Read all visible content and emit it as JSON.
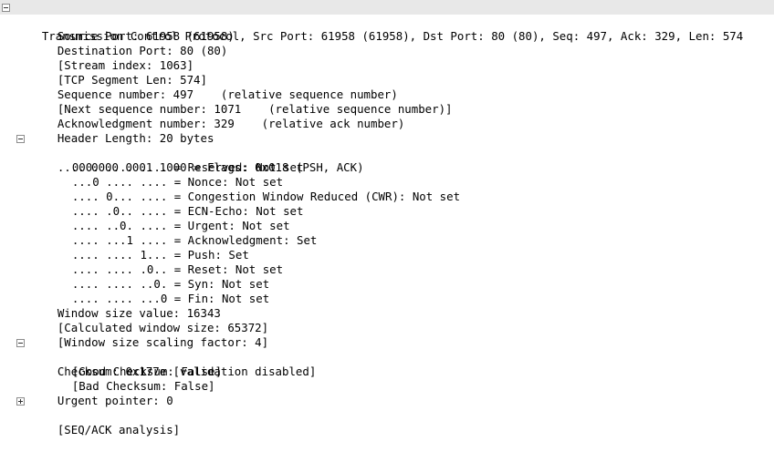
{
  "tree": {
    "rows": [
      {
        "text": "Transmission Control Protocol, Src Port: 61958 (61958), Dst Port: 80 (80), Seq: 497, Ack: 329, Len: 574",
        "level": 0,
        "toggle": "expanded",
        "selected": true
      },
      {
        "text": "Source Port: 61958 (61958)",
        "level": 1
      },
      {
        "text": "Destination Port: 80 (80)",
        "level": 1
      },
      {
        "text": "[Stream index: 1063]",
        "level": 1
      },
      {
        "text": "[TCP Segment Len: 574]",
        "level": 1
      },
      {
        "text": "Sequence number: 497    (relative sequence number)",
        "level": 1
      },
      {
        "text": "[Next sequence number: 1071    (relative sequence number)]",
        "level": 1
      },
      {
        "text": "Acknowledgment number: 329    (relative ack number)",
        "level": 1
      },
      {
        "text": "Header Length: 20 bytes",
        "level": 1
      },
      {
        "text": ".... 0000 0001 1000 = Flags: 0x018 (PSH, ACK)",
        "level": 1,
        "toggle": "expanded"
      },
      {
        "text": "000. .... .... = Reserved: Not set",
        "level": 2
      },
      {
        "text": "...0 .... .... = Nonce: Not set",
        "level": 2
      },
      {
        "text": ".... 0... .... = Congestion Window Reduced (CWR): Not set",
        "level": 2
      },
      {
        "text": ".... .0.. .... = ECN-Echo: Not set",
        "level": 2
      },
      {
        "text": ".... ..0. .... = Urgent: Not set",
        "level": 2
      },
      {
        "text": ".... ...1 .... = Acknowledgment: Set",
        "level": 2
      },
      {
        "text": ".... .... 1... = Push: Set",
        "level": 2
      },
      {
        "text": ".... .... .0.. = Reset: Not set",
        "level": 2
      },
      {
        "text": ".... .... ..0. = Syn: Not set",
        "level": 2
      },
      {
        "text": ".... .... ...0 = Fin: Not set",
        "level": 2
      },
      {
        "text": "Window size value: 16343",
        "level": 1
      },
      {
        "text": "[Calculated window size: 65372]",
        "level": 1
      },
      {
        "text": "[Window size scaling factor: 4]",
        "level": 1
      },
      {
        "text": "Checksum: 0x177e [validation disabled]",
        "level": 1,
        "toggle": "expanded"
      },
      {
        "text": "[Good Checksum: False]",
        "level": 2
      },
      {
        "text": "[Bad Checksum: False]",
        "level": 2
      },
      {
        "text": "Urgent pointer: 0",
        "level": 1
      },
      {
        "text": "[SEQ/ACK analysis]",
        "level": 1,
        "toggle": "collapsed"
      }
    ]
  }
}
